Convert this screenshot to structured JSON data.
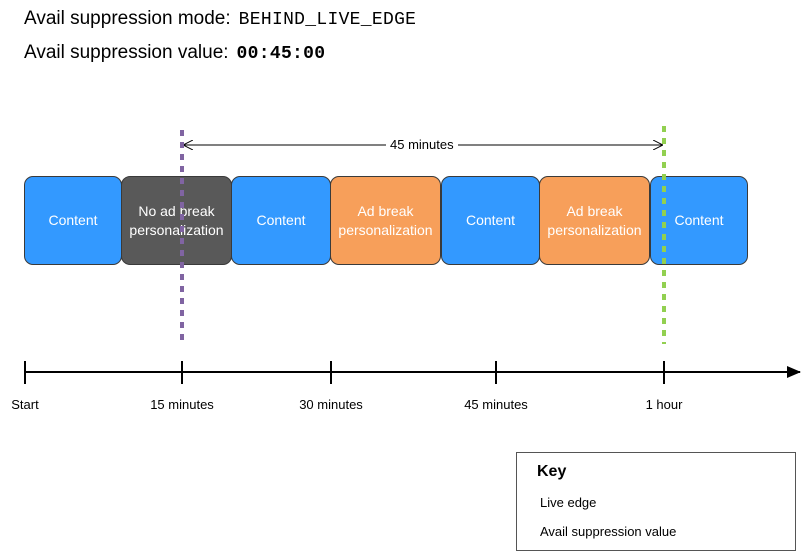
{
  "header": {
    "mode_label": "Avail suppression mode:",
    "mode_value": "BEHIND_LIVE_EDGE",
    "value_label": "Avail suppression value:",
    "value_value": "00:45:00"
  },
  "segments": [
    {
      "type": "content",
      "label": "Content"
    },
    {
      "type": "no-ad-break",
      "label": "No ad break personalization"
    },
    {
      "type": "content",
      "label": "Content"
    },
    {
      "type": "ad-break",
      "label": "Ad break personalization"
    },
    {
      "type": "content",
      "label": "Content"
    },
    {
      "type": "ad-break",
      "label": "Ad break personalization"
    },
    {
      "type": "content",
      "label": "Content"
    }
  ],
  "dimension": {
    "label": "45 minutes"
  },
  "timeline": {
    "ticks": [
      "Start",
      "15 minutes",
      "30 minutes",
      "45 minutes",
      "1 hour"
    ]
  },
  "key": {
    "title": "Key",
    "items": [
      {
        "label": "Live edge",
        "color": "#92d050"
      },
      {
        "label": "Avail suppression value",
        "color": "#8064a2"
      }
    ]
  },
  "colors": {
    "content": "#3399ff",
    "no_ad_break": "#595959",
    "ad_break": "#f79f5a",
    "live_edge": "#92d050",
    "avail_suppression": "#8064a2"
  }
}
